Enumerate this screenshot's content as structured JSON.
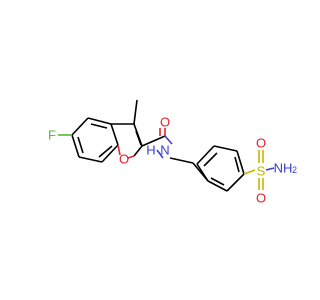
{
  "molecule": {
    "atoms": {
      "fluorine": "F",
      "methyl": "",
      "furan_oxygen": "O",
      "carbonyl_oxygen": "O",
      "amide_nitrogen": "N",
      "amide_hydrogen": "H",
      "sulfur": "S",
      "sulfonyl_oxygen_top": "O",
      "sulfonyl_oxygen_bottom": "O",
      "sulfonamide": "NH",
      "sulfonamide_subscript": "2"
    }
  },
  "colors": {
    "carbon": "#000000",
    "oxygen": "#e8202a",
    "nitrogen": "#3b3bd6",
    "sulfur": "#c9b400",
    "fluorine": "#58b83a"
  }
}
